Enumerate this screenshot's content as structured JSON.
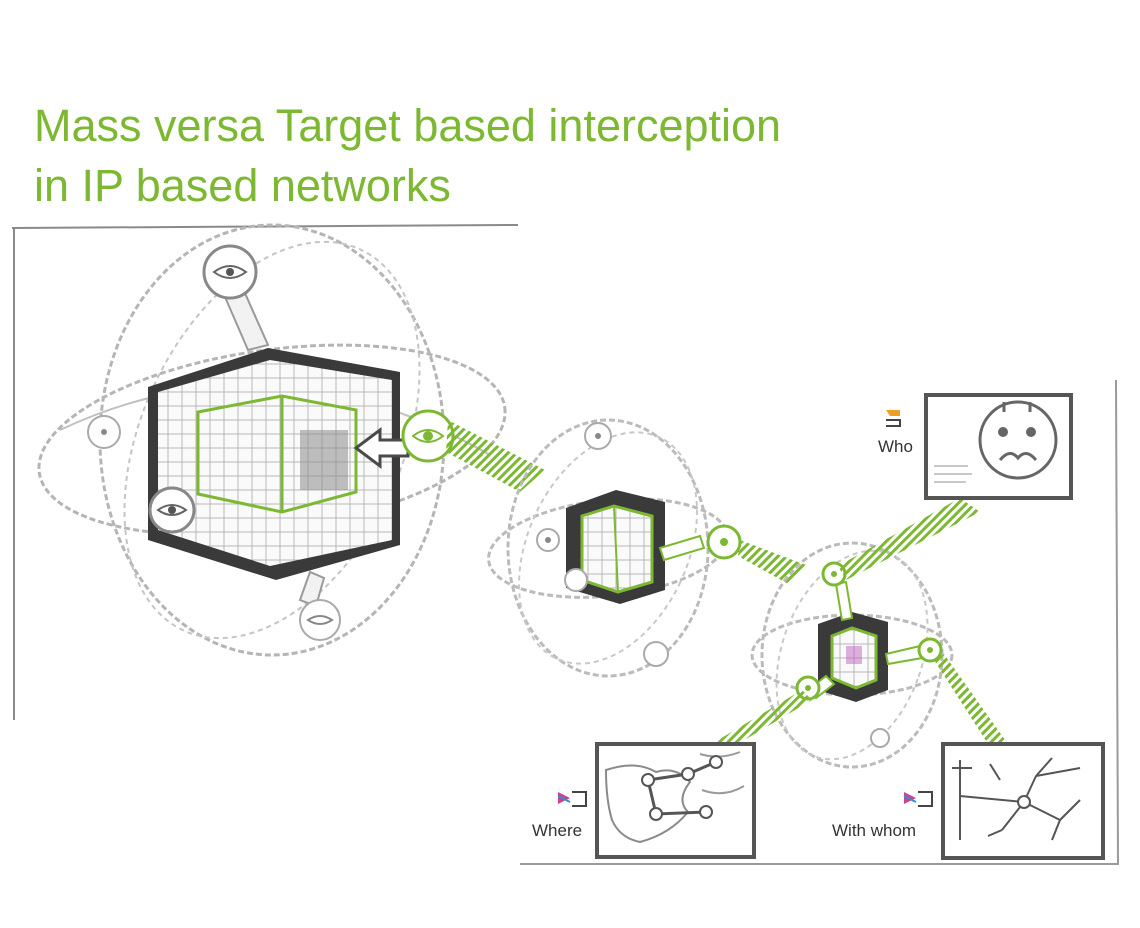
{
  "title": {
    "line1": "Mass versa Target based interception",
    "line2": "in IP based networks"
  },
  "labels": {
    "who": "Who",
    "where": "Where",
    "with_whom": "With whom"
  },
  "colors": {
    "accent": "#7cb832",
    "frame": "#555555",
    "sketch": "#a8a8a8"
  },
  "icons": [
    "eye-icon",
    "cube-icon",
    "face-icon",
    "map-icon",
    "network-graph-icon",
    "logo-mark-icon"
  ]
}
